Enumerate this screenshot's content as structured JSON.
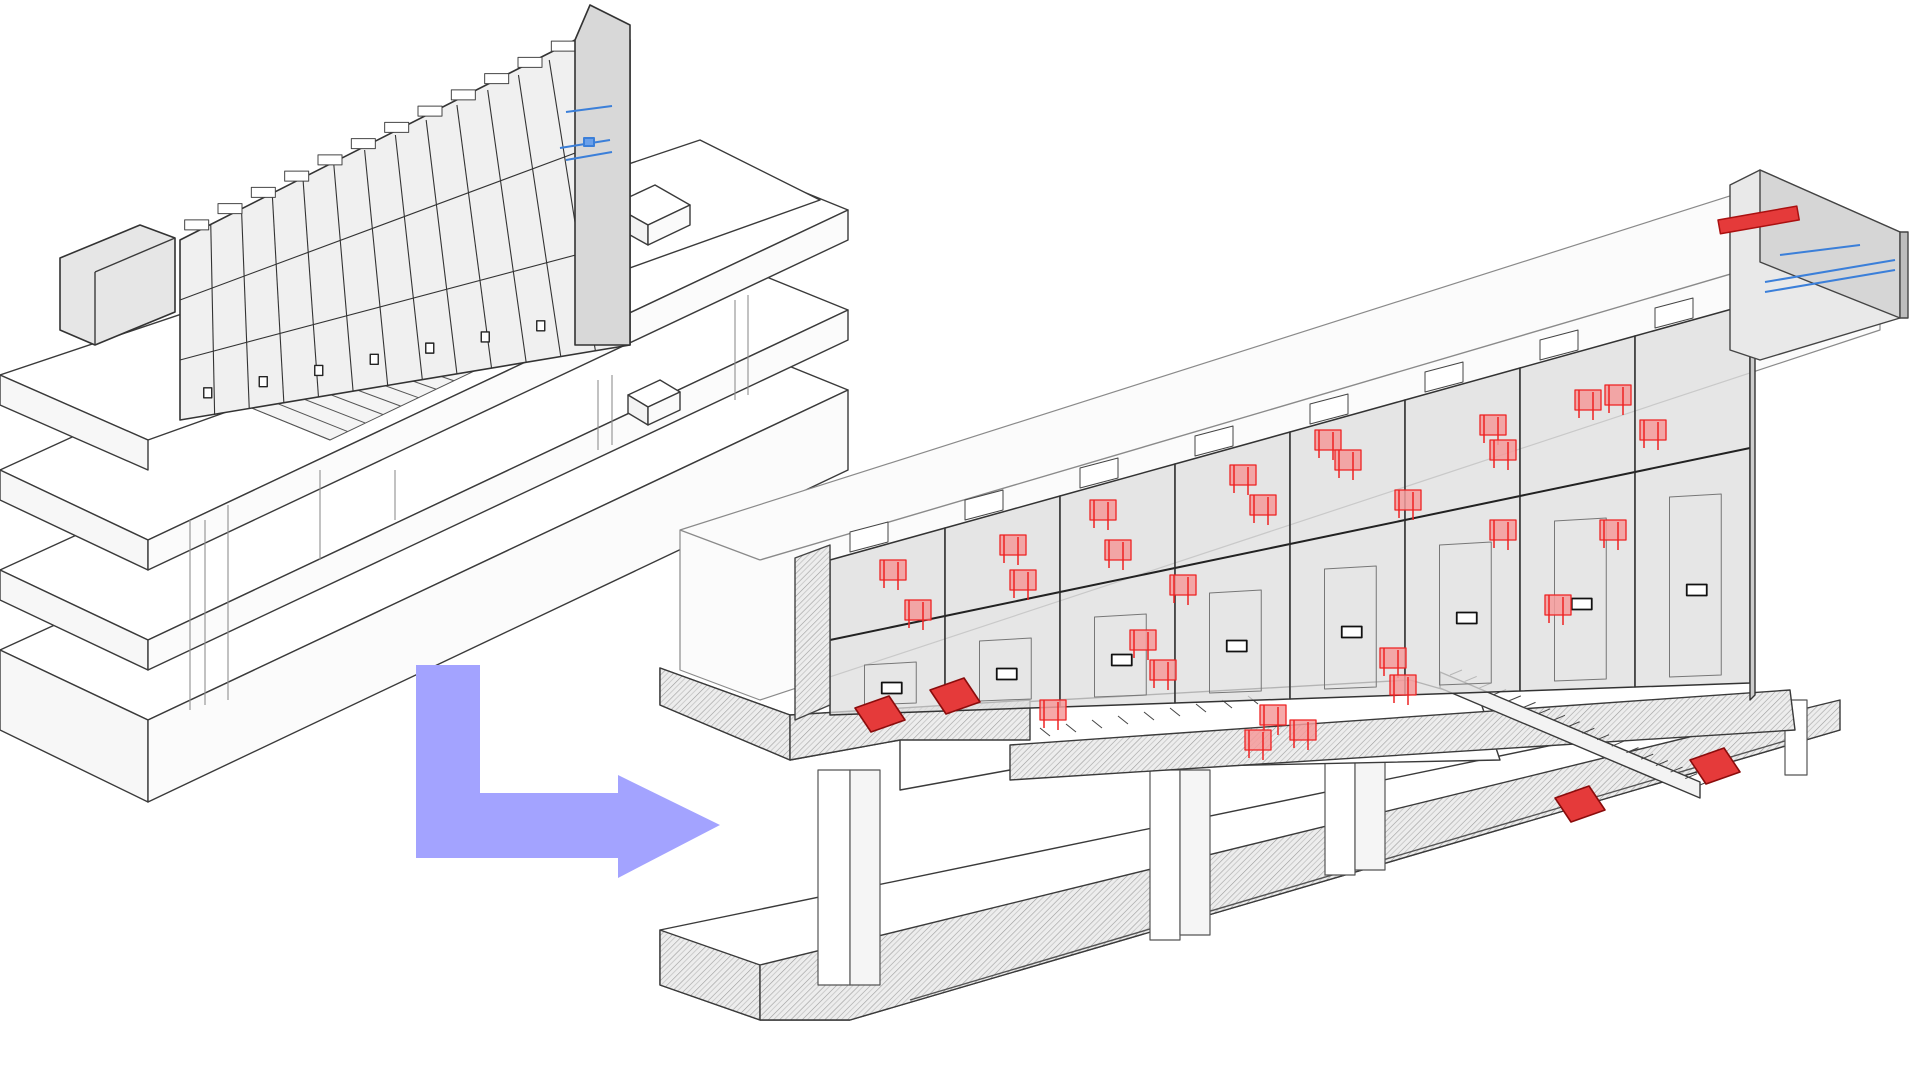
{
  "figure": {
    "views": [
      {
        "name": "overview-building-section",
        "levels": 4,
        "facade_panel_rows": 3,
        "facade_panel_columns": 13
      },
      {
        "name": "detail-section-with-mep-clashes",
        "facade_bays": 8,
        "clash_marker_count": 28
      }
    ],
    "arrow": {
      "direction": "down-then-right",
      "color": "#a3a3ff"
    },
    "colors": {
      "line": "#3a3a3a",
      "light_line": "#9a9a9a",
      "glass": "#d9d9d9",
      "hatch": "#bdbdbd",
      "clash": "#ee2222",
      "clash_fill": "#f59a9a",
      "mep_blue": "#3b7fd9"
    }
  }
}
